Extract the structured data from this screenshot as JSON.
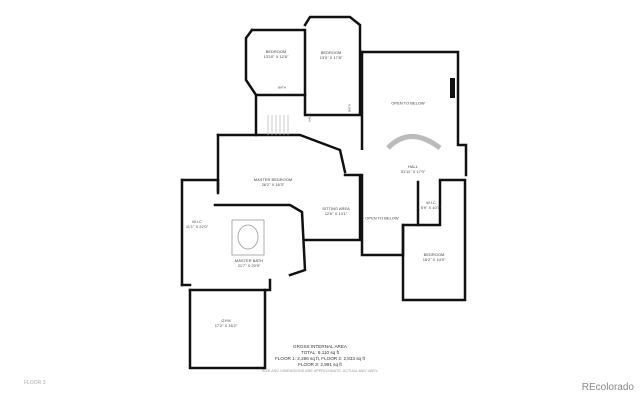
{
  "rooms": [
    {
      "name": "BEDROOM",
      "dim": "13'10\" x 12'6\""
    },
    {
      "name": "BEDROOM",
      "dim": "13'0\" x 17'8\""
    },
    {
      "name": "OPEN TO BELOW",
      "dim": ""
    },
    {
      "name": "HALL",
      "dim": "31'11\" x 17'0\""
    },
    {
      "name": "MASTER BEDROOM",
      "dim": "26'2\" x 16'3\""
    },
    {
      "name": "SITTING AREA",
      "dim": "12'6\" x 14'1\""
    },
    {
      "name": "OPEN TO BELOW",
      "dim": ""
    },
    {
      "name": "W.I.C",
      "dim": "5'9\" x 10'1\""
    },
    {
      "name": "BEDROOM",
      "dim": "15'2\" x 14'9\""
    },
    {
      "name": "W.I.C",
      "dim": "11'1\" x 22'0\""
    },
    {
      "name": "MASTER BATH",
      "dim": "21'7\" x 20'9\""
    },
    {
      "name": "GYM",
      "dim": "17'2\" x 16'2\""
    },
    {
      "name": "BATH",
      "dim": ""
    },
    {
      "name": "BATH",
      "dim": ""
    },
    {
      "name": "HALL",
      "dim": ""
    }
  ],
  "footer": {
    "title": "GROSS INTERNAL AREA",
    "total": "TOTAL: 8,110 sq ft",
    "floors12": "FLOOR 1: 2,286 sq ft, FLOOR 2: 2,833 sq ft",
    "floor3": "FLOOR 3: 2,991 sq ft",
    "note": "SIZE AND DIMENSIONS ARE APPROXIMATE, ACTUAL MAY VARY."
  },
  "floor_label": "FLOOR 3",
  "brand": "REcolorado"
}
